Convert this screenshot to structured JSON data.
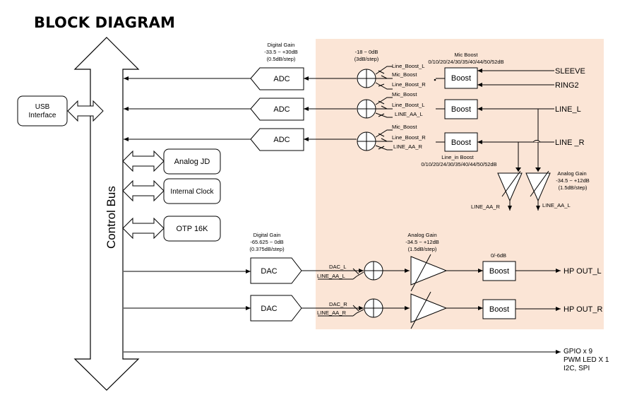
{
  "title": "BLOCK DIAGRAM",
  "control_bus_label": "Control Bus",
  "usb": {
    "line1": "USB",
    "line2": "Interface"
  },
  "adc_label": "ADC",
  "dac_label": "DAC",
  "boost_label": "Boost",
  "side_blocks": {
    "analog_jd": "Analog JD",
    "internal_clock": "Internal Clock",
    "otp": "OTP 16K"
  },
  "adc_gain": {
    "title": "Digital Gain",
    "range": "-33.5 ~ +30dB",
    "step": "(0.5dB/step)"
  },
  "mixer_gain": {
    "range": "-18 ~ 0dB",
    "step": "(3dB/step)"
  },
  "mic_boost": {
    "title": "Mic Boost",
    "values": "0/10/20/24/30/35/40/44/50/52dB"
  },
  "line_in_boost": {
    "title": "Line_in Boost",
    "values": "0/10/20/24/30/35/40/44/50/52dB"
  },
  "analog_gain_right": {
    "title": "Analog Gain",
    "range": "-34.5 ~ +12dB",
    "step": "(1.5dB/step)"
  },
  "dac_gain": {
    "title": "Digital Gain",
    "range": "-65.625 ~ 0dB",
    "step": "(0.375dB/step)"
  },
  "hp_gain": {
    "title": "Analog Gain",
    "range": "-34.5 ~ +12dB",
    "step": "(1.5dB/step)"
  },
  "hp_boost_gain": "0/-6dB",
  "mixer1_inputs": [
    "Line_Boost_L",
    "Mic_Boost",
    "Line_Boost_R"
  ],
  "mixer2_inputs": [
    "Mic_Boost",
    "Line_Boost_L",
    "LINE_AA_L"
  ],
  "mixer3_inputs": [
    "Mic_Boost",
    "Line_Boost_R",
    "LINE_AA_R"
  ],
  "dac_mix_l": [
    "DAC_L",
    "LINE_AA_L"
  ],
  "dac_mix_r": [
    "DAC_R",
    "LINE_AA_R"
  ],
  "inputs": {
    "sleeve": "SLEEVE",
    "ring2": "RING2",
    "line_l": "LINE_L",
    "line_r": "LINE _R"
  },
  "aa_outputs": {
    "left": "LINE_AA_R",
    "right": "LINE_AA_L"
  },
  "outputs": {
    "hp_l": "HP OUT_L",
    "hp_r": "HP OUT_R"
  },
  "misc_out": [
    "GPIO x 9",
    "PWM LED X 1",
    "I2C, SPI"
  ],
  "colors": {
    "analog_region": "#fbe5d6",
    "line": "#000000"
  }
}
